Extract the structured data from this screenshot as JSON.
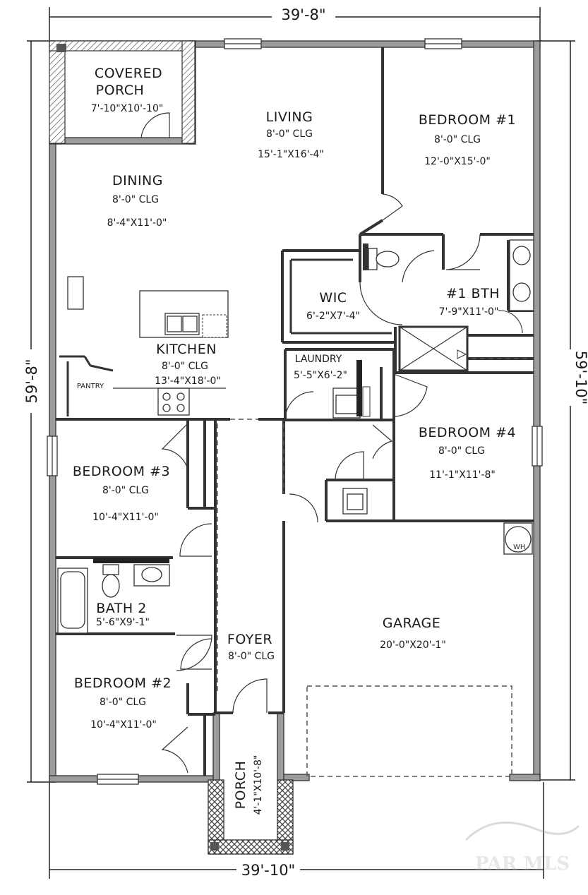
{
  "dimensions": {
    "top": "39'-8\"",
    "bottom": "39'-10\"",
    "left": "59'-8\"",
    "right": "59'-10\""
  },
  "rooms": {
    "covered_porch": {
      "name_line1": "COVERED",
      "name_line2": "PORCH",
      "size": "7'-10\"X10'-10\""
    },
    "living": {
      "name": "LIVING",
      "ceiling": "8'-0\" CLG",
      "size": "15'-1\"X16'-4\""
    },
    "bedroom1": {
      "name": "BEDROOM #1",
      "ceiling": "8'-0\" CLG",
      "size": "12'-0\"X15'-0\""
    },
    "dining": {
      "name": "DINING",
      "ceiling": "8'-0\" CLG",
      "size": "8'-4\"X11'-0\""
    },
    "wic": {
      "name": "WIC",
      "size": "6'-2\"X7'-4\""
    },
    "bath1": {
      "name": "#1 BTH",
      "size": "7'-9\"X11'-0\""
    },
    "kitchen": {
      "name": "KITCHEN",
      "ceiling": "8'-0\" CLG",
      "size": "13'-4\"X18'-0\""
    },
    "pantry": {
      "name": "PANTRY"
    },
    "laundry": {
      "name": "LAUNDRY",
      "size": "5'-5\"X6'-2\""
    },
    "bedroom4": {
      "name": "BEDROOM #4",
      "ceiling": "8'-0\" CLG",
      "size": "11'-1\"X11'-8\""
    },
    "bedroom3": {
      "name": "BEDROOM #3",
      "ceiling": "8'-0\" CLG",
      "size": "10'-4\"X11'-0\""
    },
    "water_heater": {
      "name": "WH"
    },
    "bath2": {
      "name": "BATH 2",
      "size": "5'-6\"X9'-1\""
    },
    "garage": {
      "name": "GARAGE",
      "size": "20'-0\"X20'-1\""
    },
    "foyer": {
      "name": "FOYER",
      "ceiling": "8'-0\" CLG"
    },
    "bedroom2": {
      "name": "BEDROOM #2",
      "ceiling": "8'-0\" CLG",
      "size": "10'-4\"X11'-0\""
    },
    "porch": {
      "name": "PORCH",
      "size": "4'-1\"X10'-8\""
    }
  },
  "watermark": {
    "text": "PAR MLS"
  }
}
